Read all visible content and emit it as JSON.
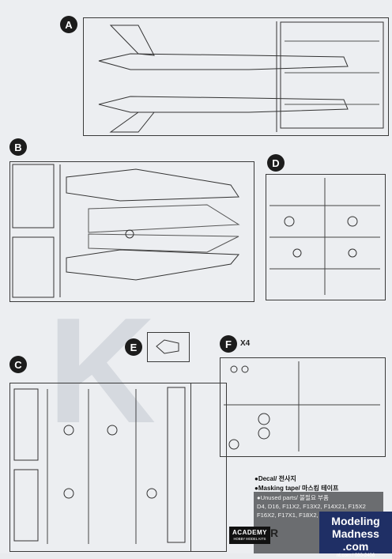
{
  "section_labels": {
    "a": "A",
    "b": "B",
    "c": "C",
    "d": "D",
    "e": "E",
    "f": "F"
  },
  "multiplier": "X4",
  "legend": {
    "decal": "●Decal/ 전사지",
    "masking": "●Masking tape/ 마스킹 테이프"
  },
  "unused": {
    "header": "●Unused parts/ 불필요 부품",
    "line1": "D4, D16, F11X2, F13X2, F14X21, F15X2",
    "line2": "F16X2, F17X1, F18X2, F19X2, F20X2"
  },
  "brand": {
    "name": "ACADEMY",
    "sub": "HOBBY MODEL KITS",
    "partial": "R"
  },
  "watermark": {
    "title": "Modeling Madness",
    "url": ".com",
    "note": "nt.com / 080-2406"
  },
  "colors": {
    "ink": "#1c1c1c",
    "watermark": "#1f2f65",
    "legend_box": "#6b6d70"
  }
}
